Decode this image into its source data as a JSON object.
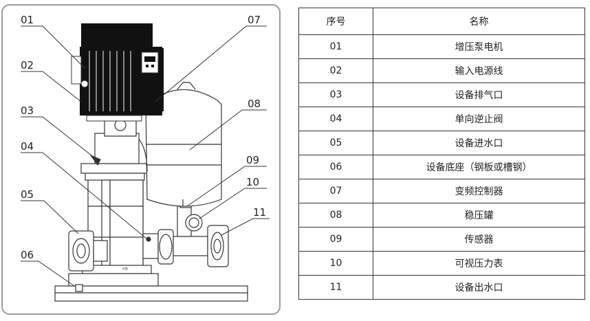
{
  "callouts": [
    "01",
    "02",
    "03",
    "04",
    "05",
    "06",
    "07",
    "08",
    "09",
    "10",
    "11"
  ],
  "table": {
    "headers": [
      "序号",
      "名称"
    ],
    "rows": [
      {
        "no": "01",
        "name": "增压泵电机"
      },
      {
        "no": "02",
        "name": "输入电源线"
      },
      {
        "no": "03",
        "name": "设备排气口"
      },
      {
        "no": "04",
        "name": "单向逆止阀"
      },
      {
        "no": "05",
        "name": "设备进水口"
      },
      {
        "no": "06",
        "name": "设备底座（钢板或槽钢）"
      },
      {
        "no": "07",
        "name": "变频控制器"
      },
      {
        "no": "08",
        "name": "稳压罐"
      },
      {
        "no": "09",
        "name": "传感器"
      },
      {
        "no": "10",
        "name": "可视压力表"
      },
      {
        "no": "11",
        "name": "设备出水口"
      }
    ]
  },
  "colors": {
    "line": "#333333",
    "frame": "#9a9a9a",
    "motor": "#111111"
  }
}
